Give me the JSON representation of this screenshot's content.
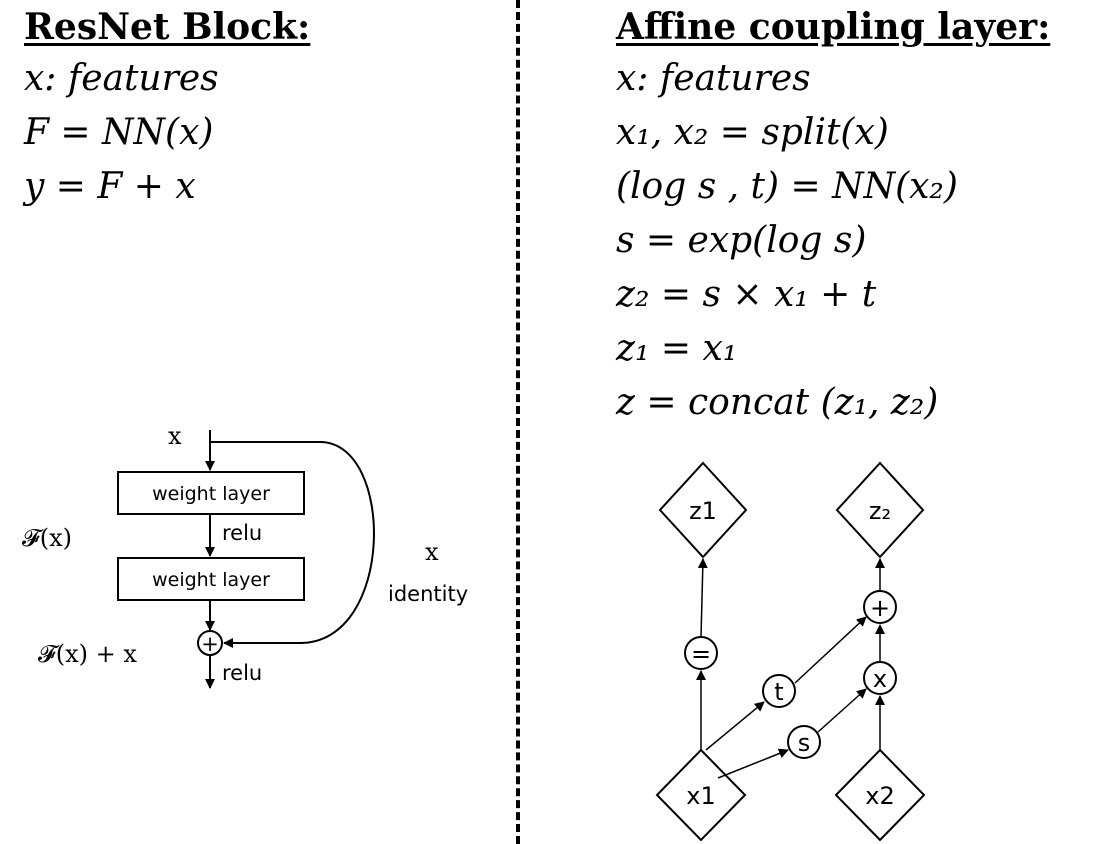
{
  "left": {
    "title": "ResNet Block:",
    "equations": [
      "x: features",
      "F = NN(x)",
      "y = F + x"
    ],
    "diagram": {
      "input_label": "x",
      "layer1": "weight layer",
      "relu1": "relu",
      "layer2": "weight layer",
      "relu2": "relu",
      "fx_label": "𝓕(x)",
      "sum_label": "𝓕(x) + x",
      "identity_x": "x",
      "identity_label": "identity",
      "plus": "+"
    }
  },
  "right": {
    "title": "Affine coupling layer:",
    "equations": [
      "x: features",
      "x₁, x₂ = split(x)",
      "(log s , t) = NN(x₂)",
      "s = exp(log s)",
      "z₂ = s × x₁ + t",
      "z₁ = x₁",
      "z = concat (z₁, z₂)"
    ],
    "diagram": {
      "z1": "z1",
      "z2": "z₂",
      "x1": "x1",
      "x2": "x2",
      "equal": "=",
      "t": "t",
      "s": "s",
      "mult": "x",
      "plus": "+"
    }
  }
}
